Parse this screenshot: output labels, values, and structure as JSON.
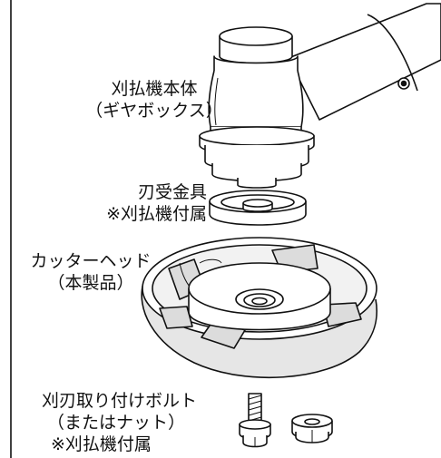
{
  "labels": {
    "body_line1": "刈払機本体",
    "body_line2": "（ギヤボックス）",
    "washer_line1": "刃受金具",
    "washer_line2": "※刈払機付属",
    "head_line1": "カッターヘッド",
    "head_line2": "（本製品）",
    "bolt_line1": "刈刃取り付けボルト",
    "bolt_line2": "（またはナット）",
    "bolt_line3": "※刈払機付属"
  }
}
